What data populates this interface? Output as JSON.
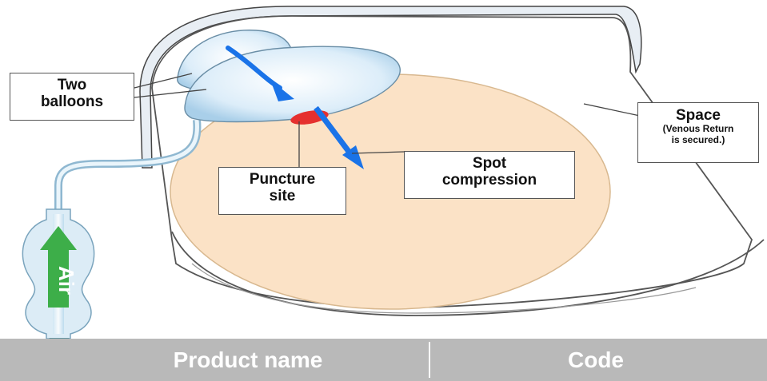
{
  "labels": {
    "two_balloons": [
      "Two",
      "balloons"
    ],
    "puncture_site": [
      "Puncture",
      "site"
    ],
    "spot_compression": [
      "Spot",
      "compression"
    ],
    "space_title": "Space",
    "space_sub": [
      "(Venous Return",
      "is secured.)"
    ],
    "air": "Air"
  },
  "footer": {
    "product_name": "Product name",
    "code": "Code"
  },
  "colors": {
    "arrow_blue": "#1a73e8",
    "air_green": "#3dae49",
    "tissue": "#fbe2c6",
    "puncture_red": "#e5302f",
    "balloon_blue": "#cfe6f6",
    "footer_gray": "#b9b9b9"
  }
}
